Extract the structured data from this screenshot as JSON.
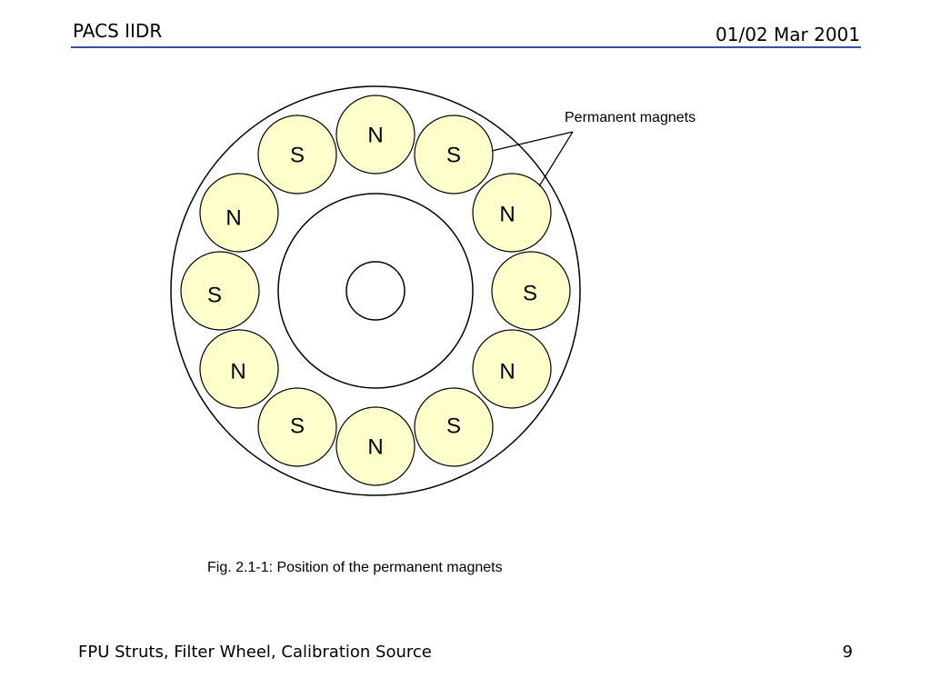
{
  "header": {
    "title": "PACS IIDR",
    "date": "01/02 Mar 2001"
  },
  "diagram": {
    "callout_label": "Permanent magnets",
    "caption": "Fig. 2.1-1: Position of the permanent magnets",
    "magnets": [
      "N",
      "S",
      "S",
      "N",
      "N",
      "S",
      "S",
      "N",
      "N",
      "S",
      "S",
      "N"
    ],
    "colors": {
      "magnet_fill": "#ffffcc",
      "stroke": "#000000",
      "header_rule": "#3a4fa8"
    }
  },
  "footer": {
    "title": "FPU Struts, Filter Wheel, Calibration Source",
    "page_number": "9"
  }
}
